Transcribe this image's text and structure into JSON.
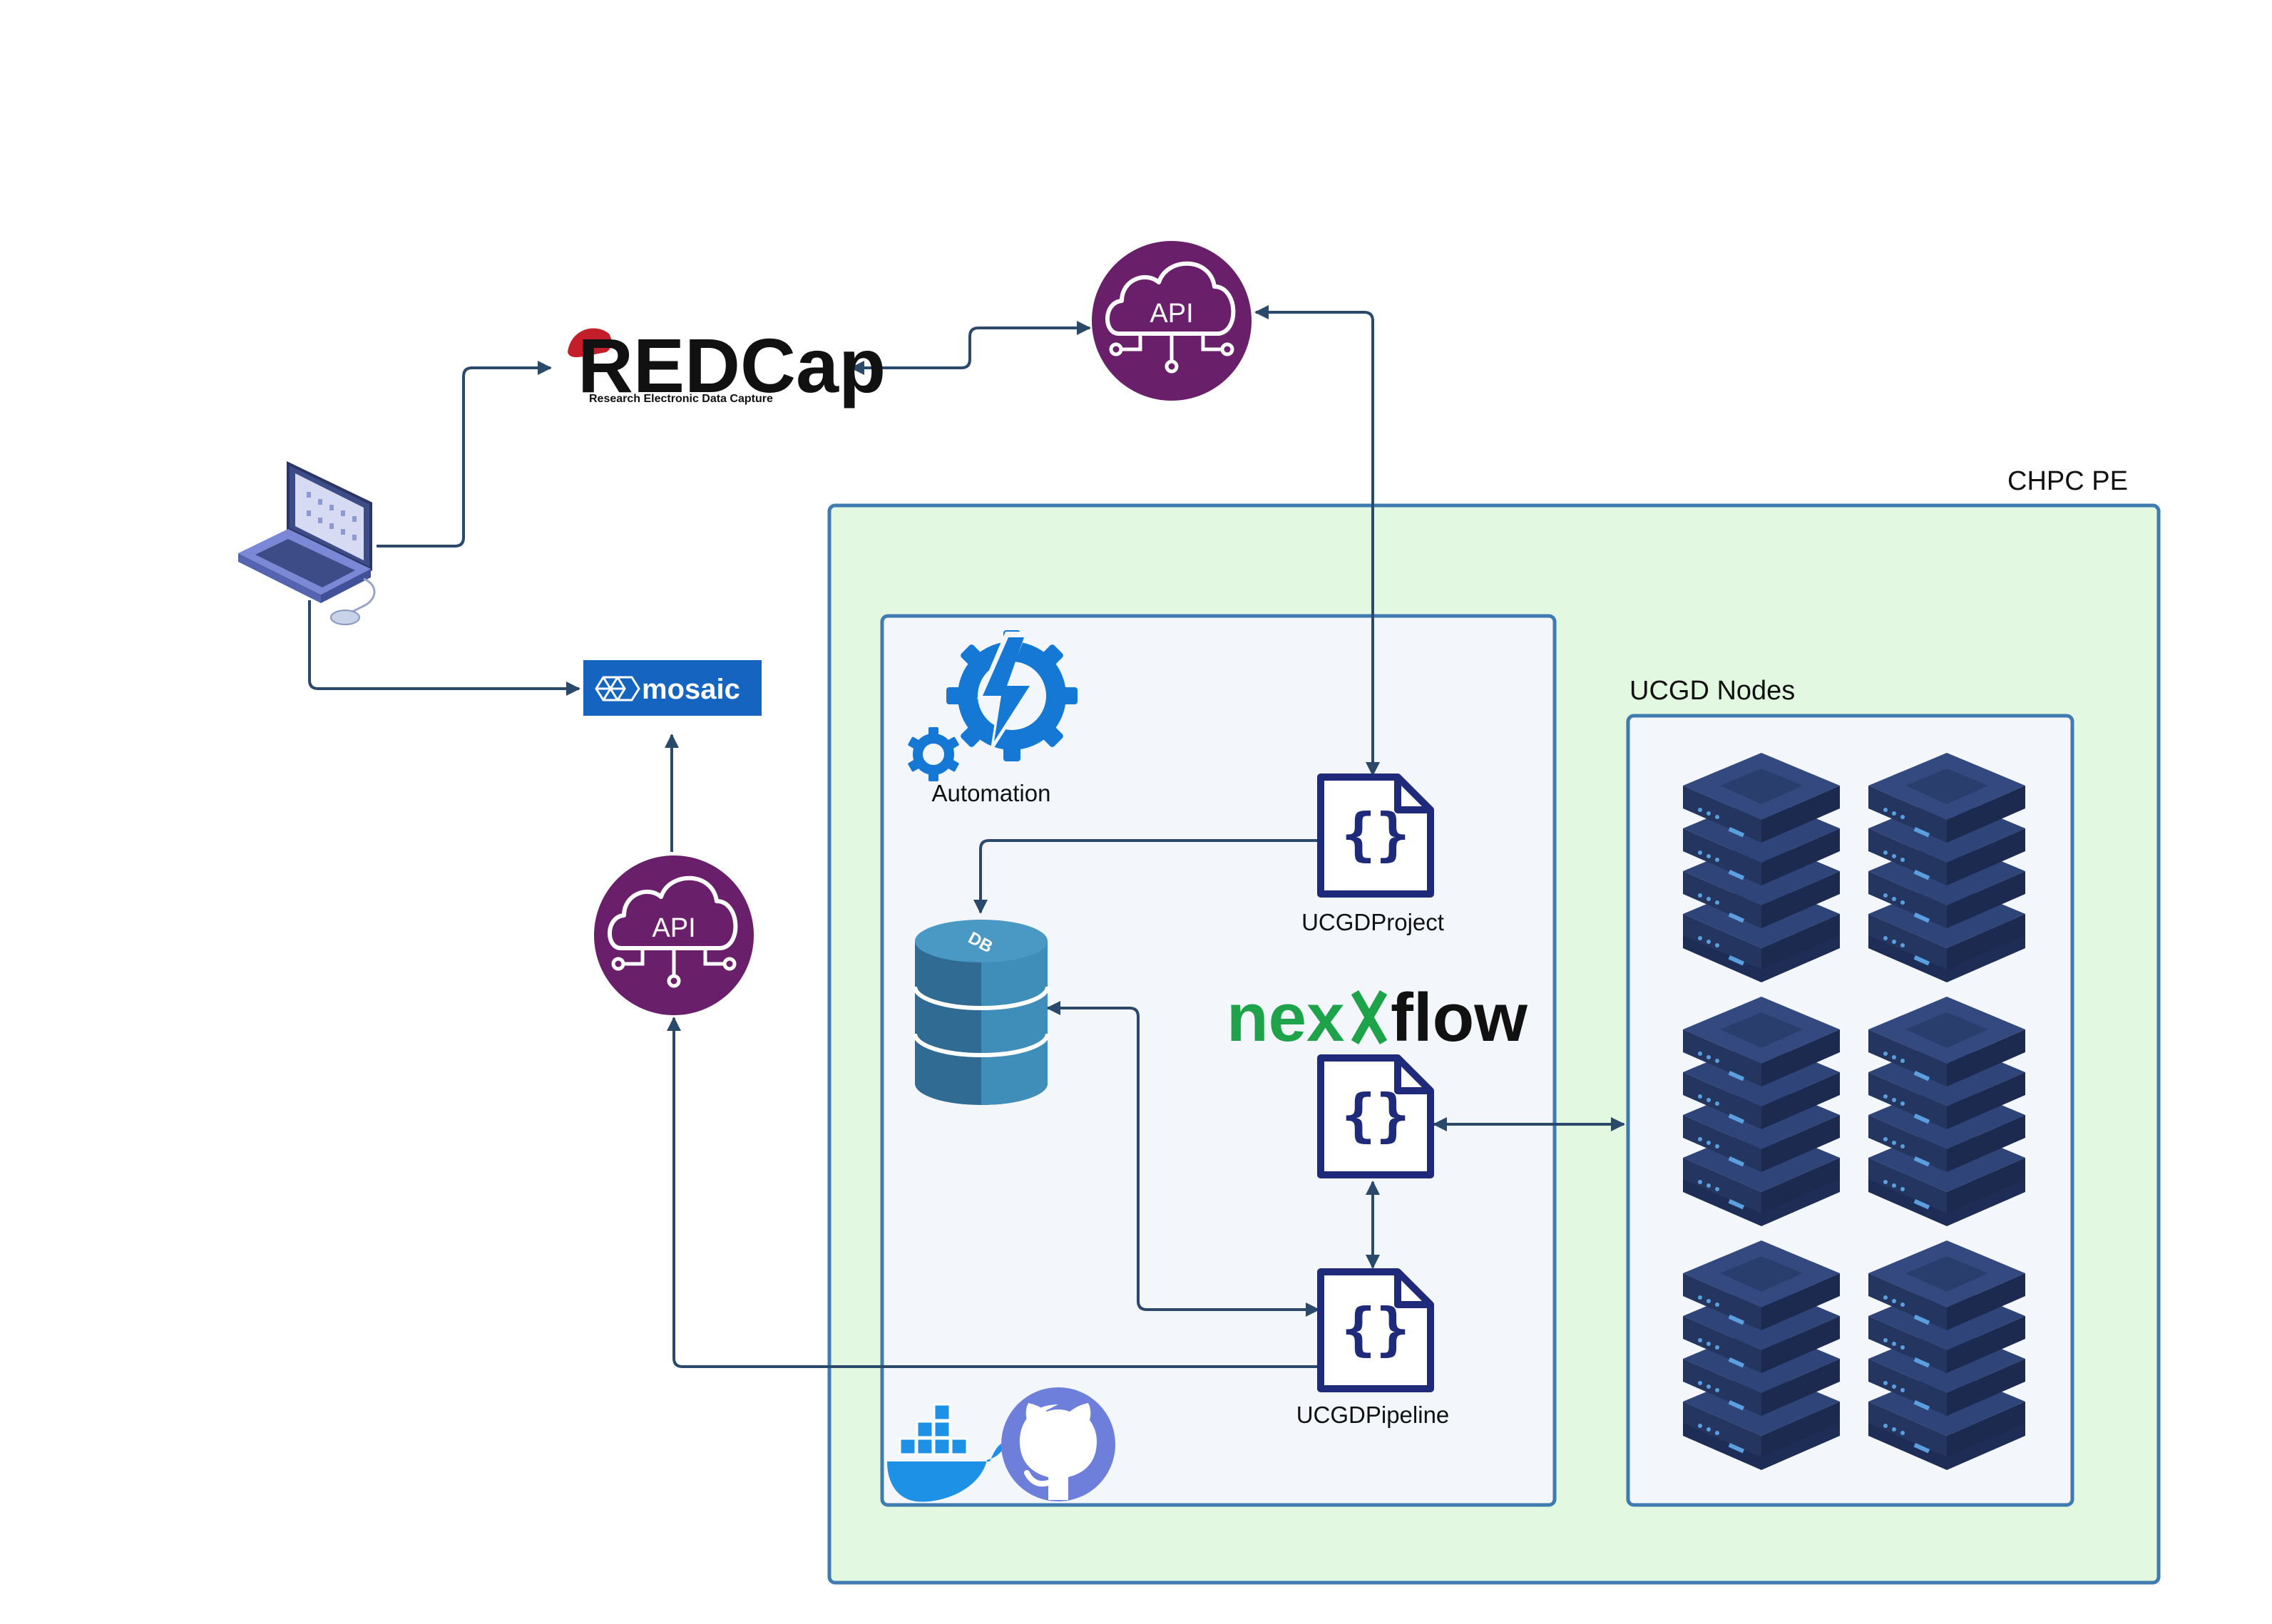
{
  "labels": {
    "chpc": "CHPC PE",
    "nodes": "UCGD Nodes",
    "automation": "Automation",
    "project": "UCGDProject",
    "pipeline": "UCGDPipeline",
    "db": "DB",
    "api_top": "API",
    "api_left": "API",
    "braces": "{}"
  },
  "logos": {
    "redcap_main": "REDCap",
    "redcap_tag": "Research Electronic Data Capture",
    "mosaic": "mosaic",
    "nextflow_a": "nex",
    "nextflow_b": "flow"
  },
  "icons": [
    "laptop-icon",
    "api-cloud-icon",
    "automation-gears-icon",
    "database-icon",
    "code-file-icon",
    "server-stack-icon",
    "docker-icon",
    "github-icon"
  ],
  "colors": {
    "arrow": "#2b4a6b",
    "api_circle": "#6a1f6a",
    "chpc_fill": "#e2f8e0",
    "chpc_border": "#3f7ab0",
    "panel_fill": "#f3f7fc",
    "code_icon": "#1f2b7a",
    "server": "#2c3f6e",
    "mosaic": "#1464c0",
    "nextflow_green": "#1fa34a",
    "automation_blue": "#1478d4"
  }
}
